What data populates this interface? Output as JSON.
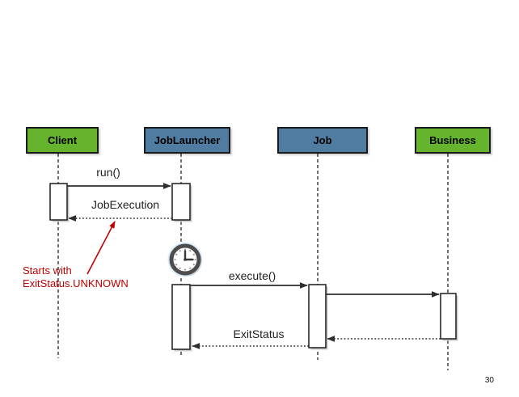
{
  "slide": {
    "page_number": "30",
    "colors": {
      "actor_green": "#66B32E",
      "actor_blue": "#4F7CA0",
      "annotation_red": "#C00000",
      "line": "#2E2E2E"
    },
    "actors": [
      {
        "name": "Client",
        "fill": "#66B32E"
      },
      {
        "name": "JobLauncher",
        "fill": "#4F7CA0"
      },
      {
        "name": "Job",
        "fill": "#4F7CA0"
      },
      {
        "name": "Business",
        "fill": "#66B32E"
      }
    ],
    "messages": {
      "run": {
        "label": "run()",
        "from": "Client",
        "to": "JobLauncher",
        "style": "solid-call"
      },
      "job_execution": {
        "label": "JobExecution",
        "from": "JobLauncher",
        "to": "Client",
        "style": "dotted-return"
      },
      "execute": {
        "label": "execute()",
        "from": "JobLauncher",
        "to": "Job",
        "style": "solid-call"
      },
      "job_to_business": {
        "label": "",
        "from": "Job",
        "to": "Business",
        "style": "solid-call"
      },
      "business_return": {
        "label": "",
        "from": "Business",
        "to": "Job",
        "style": "dotted-return"
      },
      "exit_status": {
        "label": "ExitStatus",
        "from": "Job",
        "to": "JobLauncher",
        "style": "dotted-return"
      }
    },
    "annotation": {
      "line1": "Starts with",
      "line2": "ExitStatus.UNKNOWN"
    },
    "icons": {
      "clock": "clock-icon"
    }
  }
}
